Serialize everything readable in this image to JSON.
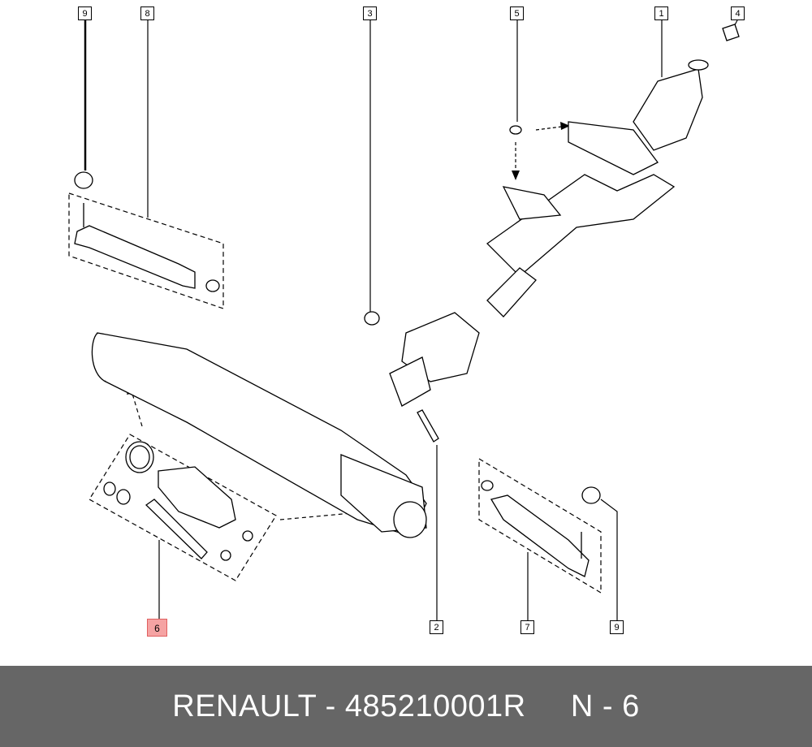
{
  "callouts": {
    "c1": "1",
    "c2": "2",
    "c3": "3",
    "c4": "4",
    "c5": "5",
    "c6": "6",
    "c7": "7",
    "c8": "8",
    "c9a": "9",
    "c9b": "9"
  },
  "highlight_color": "#f5a3a3",
  "footer": {
    "brand": "RENAULT",
    "separator": " - ",
    "part_number": "485210001R",
    "position_label": "N - 6"
  },
  "colors": {
    "footer_bg": "#666666",
    "footer_text": "#ffffff",
    "line": "#000000"
  }
}
